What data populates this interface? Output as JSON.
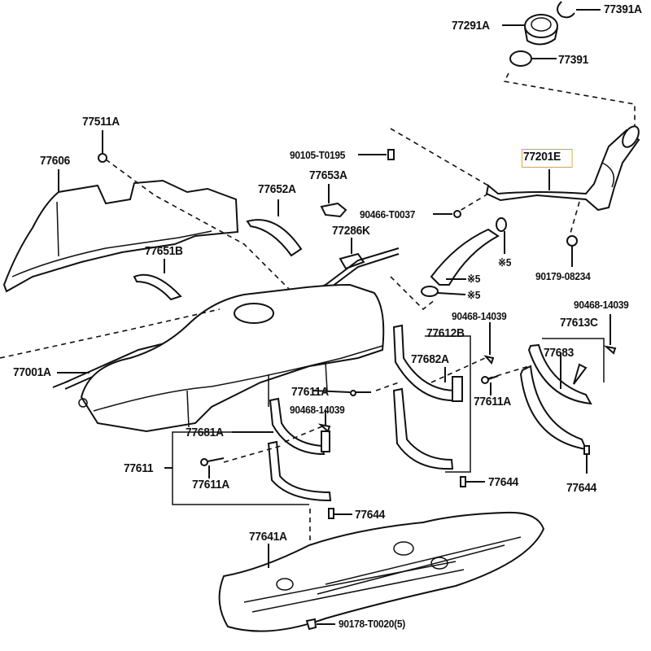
{
  "diagram": {
    "title": "Fuel Tank Assembly Parts Diagram",
    "highlight_color": "#e8a317",
    "highlighted_part": "77201E",
    "labels": {
      "p77391A": "77391A",
      "p77291A": "77291A",
      "p77391": "77391",
      "p77511A": "77511A",
      "p77606": "77606",
      "p90105": "90105-T0195",
      "p77653A": "77653A",
      "p77652A": "77652A",
      "p77201E": "77201E",
      "p90466": "90466-T0037",
      "p77286K": "77286K",
      "p77651B": "77651B",
      "pStar5a": "※5",
      "pStar5b": "※5",
      "p90179": "90179-08234",
      "p90468a": "90468-14039",
      "p90468b": "90468-14039",
      "p77612B": "77612B",
      "p77613C": "77613C",
      "p77682A": "77682A",
      "p77683": "77683",
      "p77001A": "77001A",
      "p77611A_a": "77611A",
      "p77611A_b": "77611A",
      "p90468c": "90468-14039",
      "p77681A": "77681A",
      "p77611": "77611",
      "p77611A_c": "77611A",
      "p77644a": "77644",
      "p77644b": "77644",
      "p77644c": "77644",
      "p77641A": "77641A",
      "p90178": "90178-T0020(5)"
    }
  }
}
